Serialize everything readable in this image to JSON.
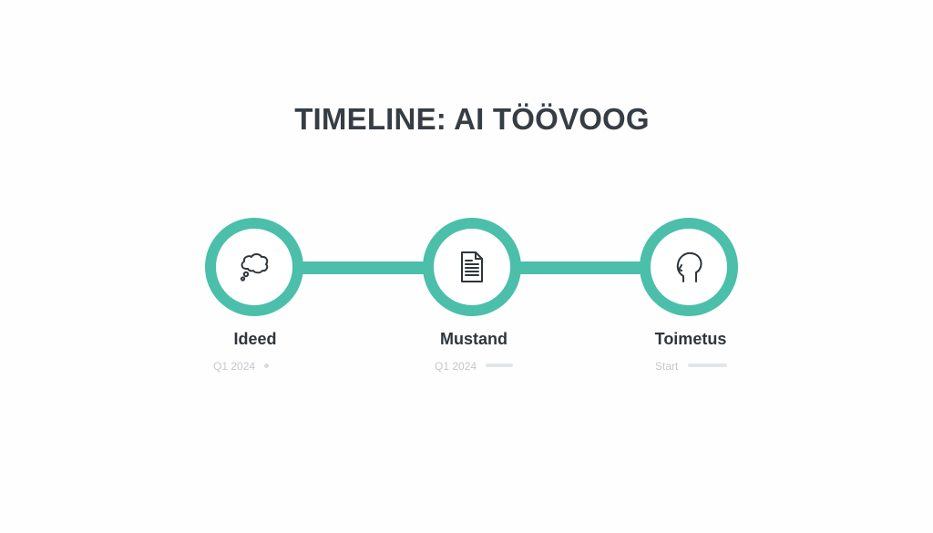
{
  "title": "TIMELINE: AI TÖÖVOOG",
  "colors": {
    "accent": "#4bbfa9",
    "title": "#363d44",
    "label": "#2f353b",
    "muted": "#c4c8cc"
  },
  "steps": [
    {
      "label": "Ideed",
      "meta": "Q1 2024",
      "icon": "thought-bubble-icon"
    },
    {
      "label": "Mustand",
      "meta": "Q1 2024",
      "icon": "document-icon"
    },
    {
      "label": "Toimetus",
      "meta": "Start",
      "icon": "head-profile-icon"
    }
  ]
}
